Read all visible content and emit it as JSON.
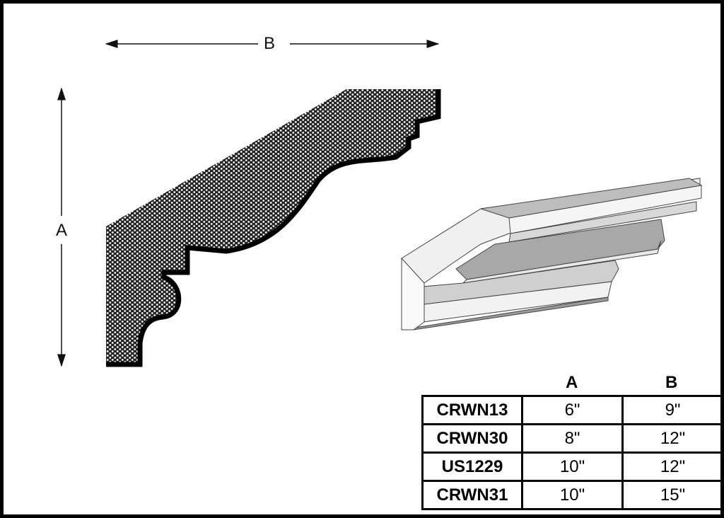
{
  "dimensions": {
    "a_label": "A",
    "b_label": "B"
  },
  "table": {
    "headers": [
      "A",
      "B"
    ],
    "rows": [
      {
        "model": "CRWN13",
        "a": "6\"",
        "b": "9\""
      },
      {
        "model": "CRWN30",
        "a": "8\"",
        "b": "12\""
      },
      {
        "model": "US1229",
        "a": "10\"",
        "b": "12\""
      },
      {
        "model": "CRWN31",
        "a": "10\"",
        "b": "15\""
      }
    ]
  }
}
